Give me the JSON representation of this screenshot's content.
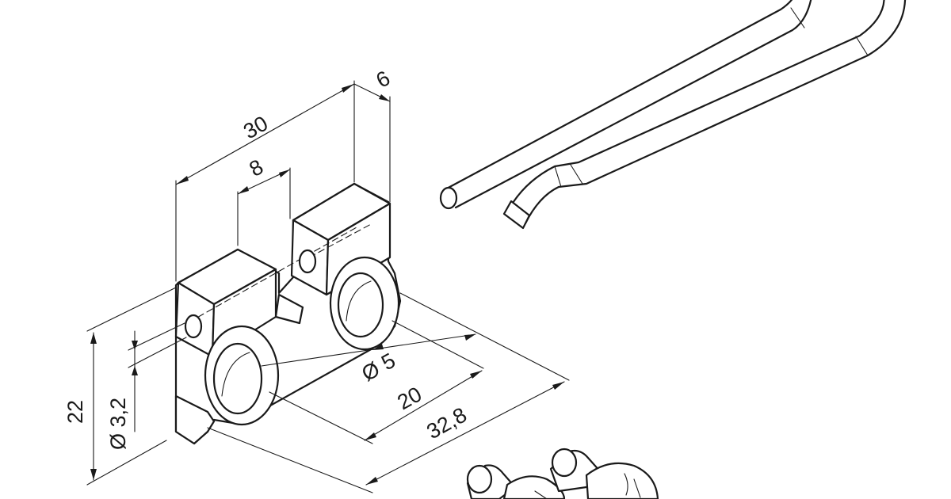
{
  "dimensions": {
    "width_total": "30",
    "thickness": "6",
    "slot_width": "8",
    "height": "22",
    "small_hole_dia": "Ø 3,2",
    "large_hole_dia": "Ø 5",
    "hole_spacing": "20",
    "overall_length": "32,8"
  },
  "colors": {
    "line": "#1a1a1a",
    "background": "#ffffff"
  }
}
